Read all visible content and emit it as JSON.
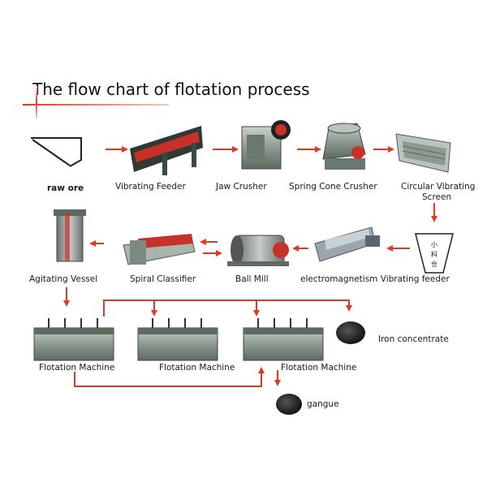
{
  "title": "The flow chart of flotation process",
  "equipment": {
    "raw_ore": "raw ore",
    "vibrating_feeder": "Vibrating Feeder",
    "jaw_crusher": "Jaw Crusher",
    "spring_cone_crusher": "Spring Cone Crusher",
    "circular_vibrating_screen_1": "Circular Vibrating",
    "circular_vibrating_screen_2": "Screen",
    "agitating_vessel": "Agitating Vessel",
    "spiral_classifier": "Spiral Classifier",
    "ball_mill": "Ball Mill",
    "electromagnetism_vibrating_feeder": "electromagnetism Vibrating feeder",
    "flotation_machine_1": "Flotation Machine",
    "flotation_machine_2": "Flotation Machine",
    "flotation_machine_3": "Flotation Machine",
    "iron_concentrate": "Iron concentrate",
    "gangue": "gangue"
  },
  "colors": {
    "arrow": "#e03a24",
    "machine_body": "#8a9a8c",
    "machine_dark": "#3b4a3e",
    "accent_red": "#c8302a",
    "ore": "#2a2a2a"
  }
}
